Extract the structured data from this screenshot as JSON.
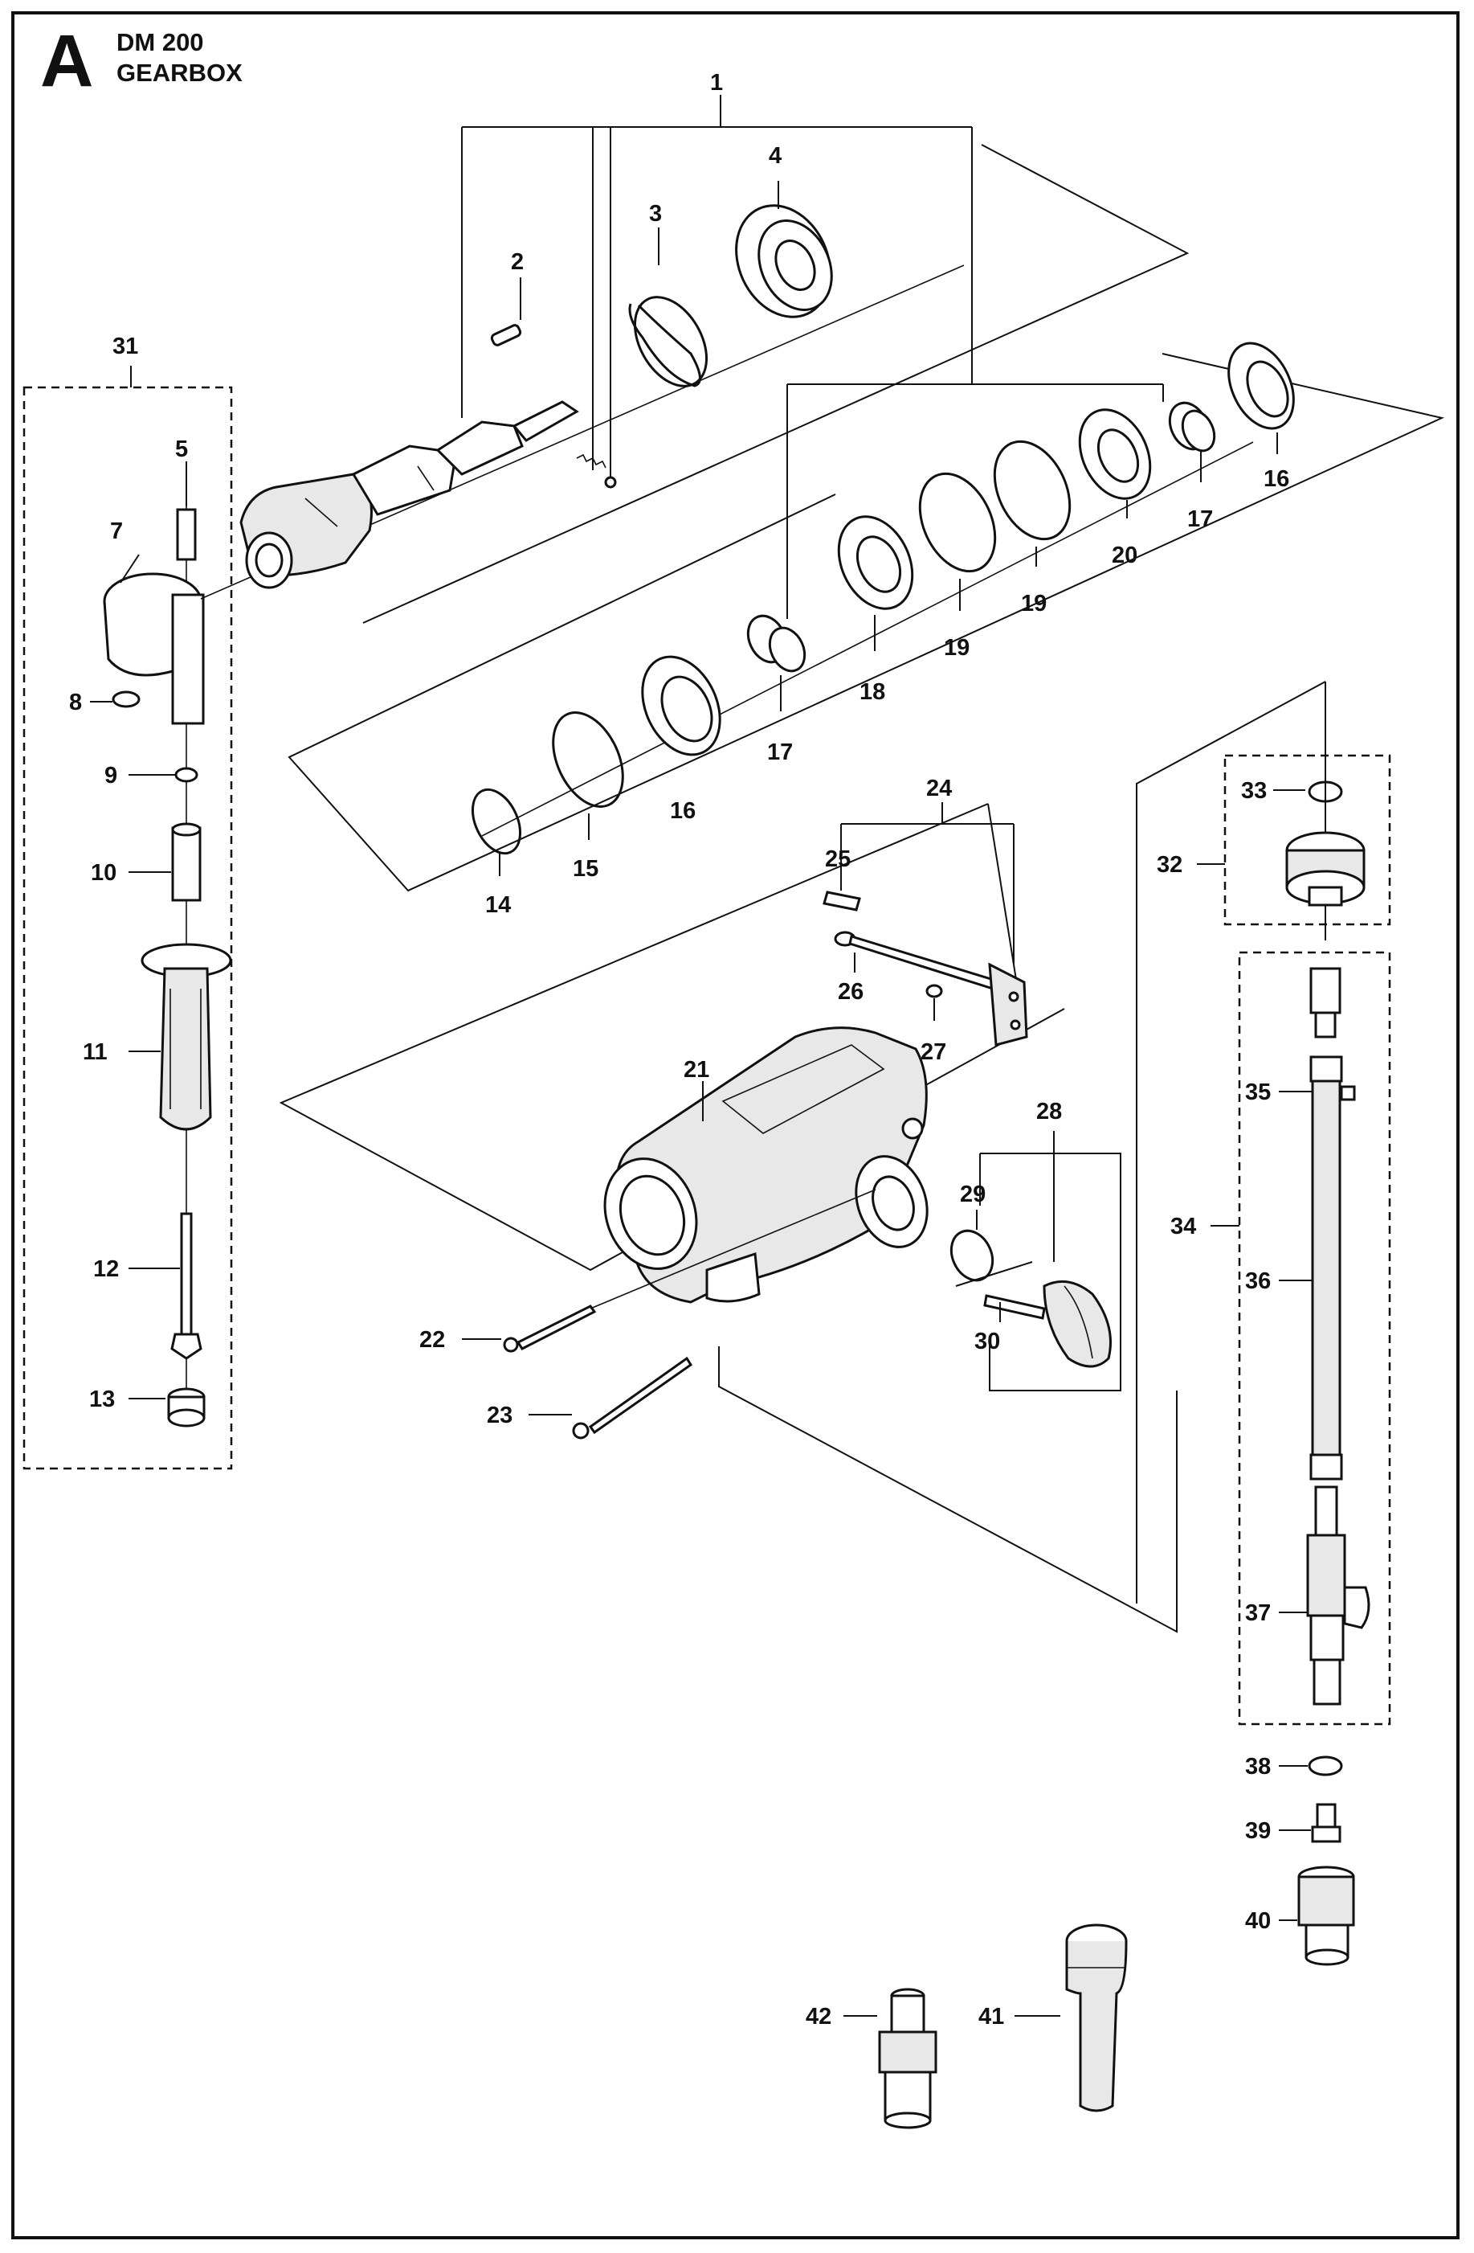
{
  "section": {
    "letter": "A",
    "model": "DM 200",
    "title": "GEARBOX"
  },
  "callouts": {
    "c1": "1",
    "c2": "2",
    "c3": "3",
    "c4": "4",
    "c5": "5",
    "c7": "7",
    "c8": "8",
    "c9": "9",
    "c10": "10",
    "c11": "11",
    "c12": "12",
    "c13": "13",
    "c14": "14",
    "c15": "15",
    "c16a": "16",
    "c16b": "16",
    "c17a": "17",
    "c17b": "17",
    "c18": "18",
    "c19a": "19",
    "c19b": "19",
    "c20": "20",
    "c21": "21",
    "c22": "22",
    "c23": "23",
    "c24": "24",
    "c25": "25",
    "c26": "26",
    "c27": "27",
    "c28": "28",
    "c29": "29",
    "c30": "30",
    "c31": "31",
    "c32": "32",
    "c33": "33",
    "c34": "34",
    "c35": "35",
    "c36": "36",
    "c37": "37",
    "c38": "38",
    "c39": "39",
    "c40": "40",
    "c41": "41",
    "c42": "42"
  }
}
